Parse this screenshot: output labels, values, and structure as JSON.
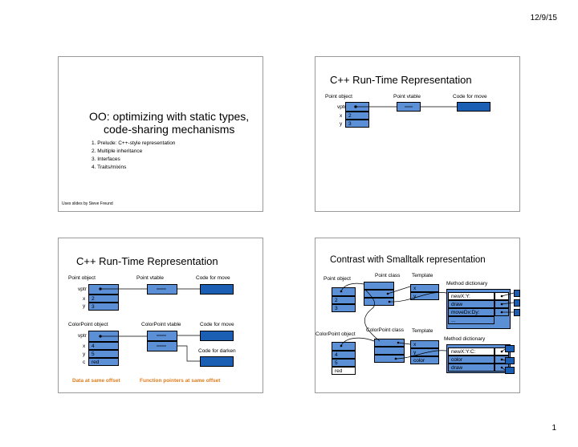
{
  "header": {
    "date": "12/9/15"
  },
  "footer": {
    "page_number": "1"
  },
  "slide1": {
    "title_line1": "OO: optimizing with static types,",
    "title_line2": "code-sharing mechanisms",
    "outline": [
      "1.  Prelude: C++-style representation",
      "2.  Multiple inheritance",
      "3.  Interfaces",
      "4.  Traits/mixins"
    ],
    "credit": "Uses slides by Steve Freund"
  },
  "slide2": {
    "title": "C++ Run-Time Representation",
    "point_object": "Point object",
    "point_vtable": "Point vtable",
    "code_for_move": "Code for move",
    "vptr": "vptr",
    "x_label": "x",
    "y_label": "y",
    "x_value": "2",
    "y_value": "3"
  },
  "slide3": {
    "title": "C++ Run-Time Representation",
    "point_object": "Point object",
    "point_vtable": "Point vtable",
    "code_for_move": "Code for move",
    "vptr": "vptr",
    "x_label": "x",
    "y_label": "y",
    "x_value": "2",
    "y_value": "3",
    "colorpoint_object": "ColorPoint object",
    "colorpoint_vtable": "ColorPoint vtable",
    "code_for_move_2": "Code for move",
    "code_for_darken": "Code for darken",
    "vptr2": "vptr",
    "x2_label": "x",
    "y2_label": "y",
    "c_label": "c",
    "x2_value": "4",
    "y2_value": "5",
    "c_value": "red",
    "note_left": "Data at same offset",
    "note_right": "Function pointers at same offset"
  },
  "slide4": {
    "title": "Contrast with Smalltalk representation",
    "point_class": "Point class",
    "template": "Template",
    "point_object": "Point object",
    "method_dictionary": "Method dictionary",
    "tmpl_x": "x",
    "tmpl_y": "y",
    "obj_x": "2",
    "obj_y": "3",
    "methods": [
      "newX:Y:",
      "draw",
      "moveDx:Dy:",
      "..."
    ],
    "colorpoint_class": "ColorPoint class",
    "template2": "Template",
    "colorpoint_object": "ColorPoint object",
    "method_dictionary2": "Method dictionary",
    "tmpl2": [
      "x",
      "y",
      "color"
    ],
    "obj2": [
      "4",
      "5",
      "red"
    ],
    "methods2": [
      "newX:Y:C:",
      "color",
      "draw"
    ]
  }
}
